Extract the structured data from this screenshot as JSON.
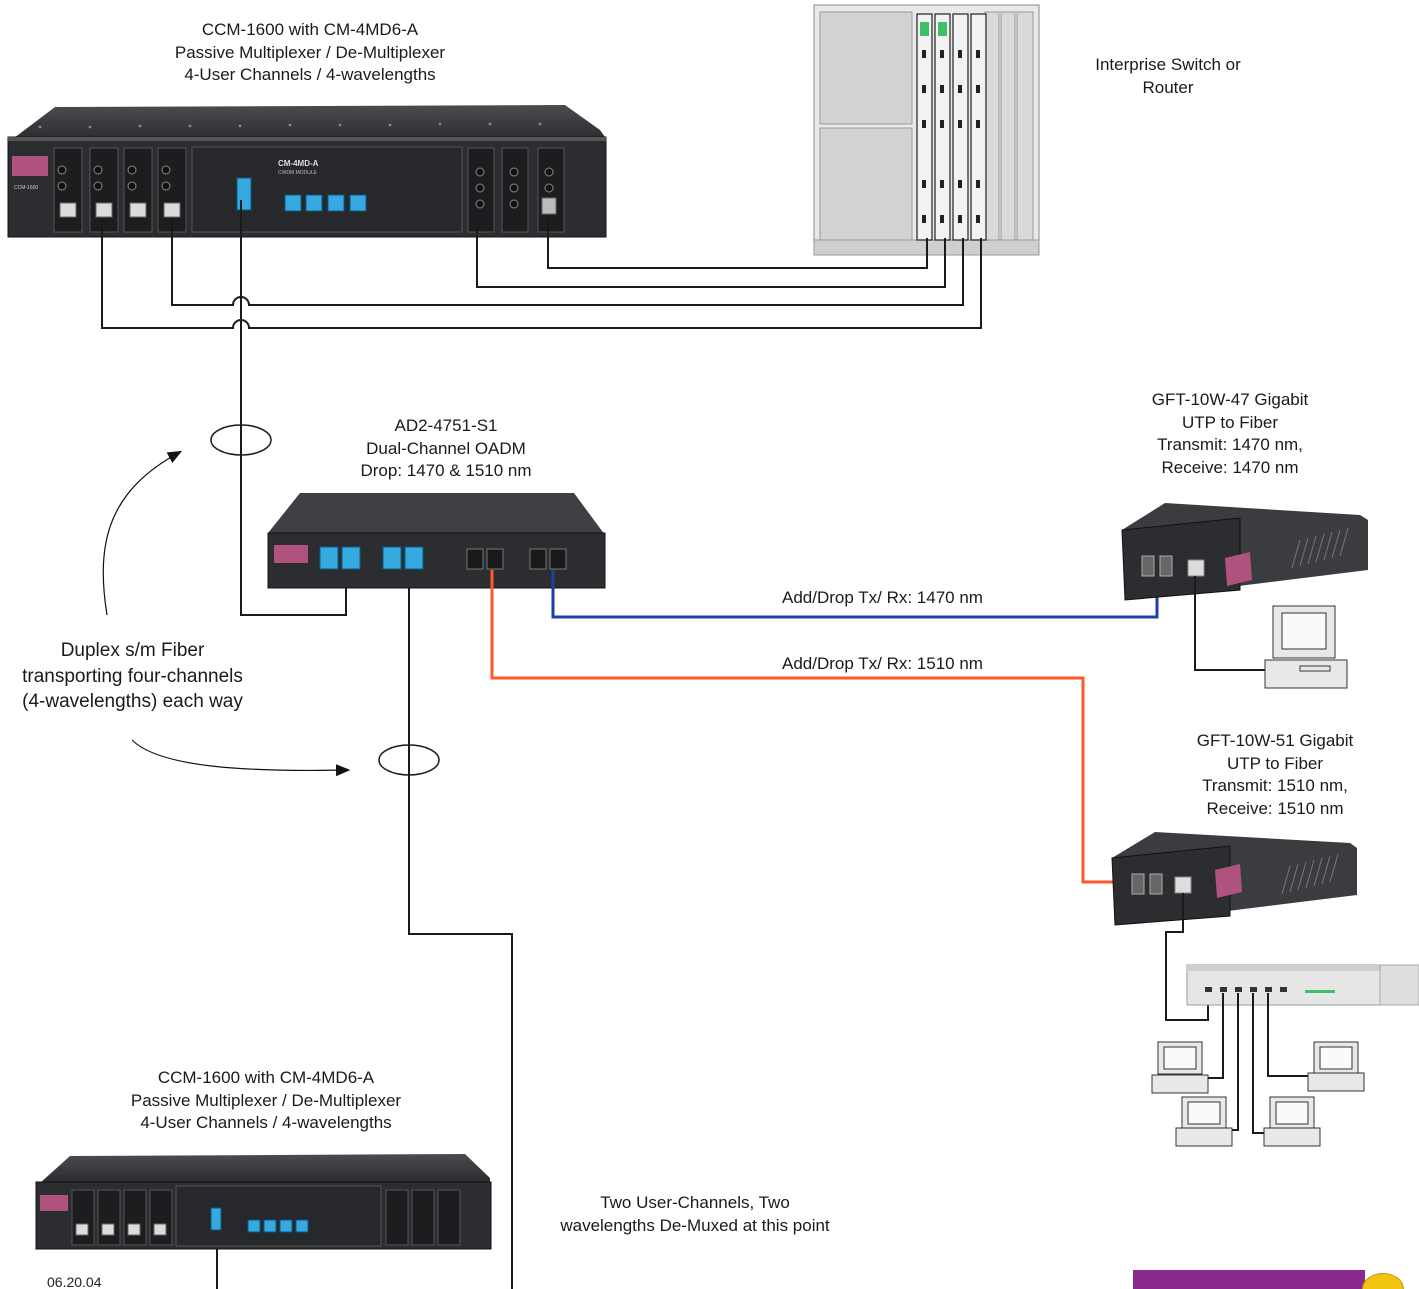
{
  "labels": {
    "top_mux": [
      "CCM-1600  with  CM-4MD6-A",
      "Passive Multiplexer  /  De-Multiplexer",
      "4-User Channels / 4-wavelengths"
    ],
    "switch": [
      "Interprise Switch or",
      "Router"
    ],
    "oadm": [
      "AD2-4751-S1",
      "Dual-Channel OADM",
      "Drop: 1470 & 1510 nm"
    ],
    "gft47": [
      "GFT-10W-47 Gigabit",
      "UTP to Fiber",
      "Transmit: 1470 nm,",
      "Receive: 1470 nm"
    ],
    "gft51": [
      "GFT-10W-51 Gigabit",
      "UTP to Fiber",
      "Transmit: 1510 nm,",
      "Receive: 1510 nm"
    ],
    "duplex": [
      "Duplex s/m Fiber",
      "transporting four-channels",
      "(4-wavelengths) each way"
    ],
    "bottom_mux": [
      "CCM-1600  with  CM-4MD6-A",
      "Passive Multiplexer  /  De-Multiplexer",
      "4-User Channels / 4-wavelengths"
    ],
    "demux": [
      "Two User-Channels, Two",
      "wavelengths De-Muxed at this point"
    ],
    "link_1470": "Add/Drop Tx/ Rx: 1470 nm",
    "link_1510": "Add/Drop Tx/ Rx: 1510 nm",
    "date": "06.20.04"
  },
  "device_text": {
    "mux_module_title": "CM-4MD-A",
    "mux_module_sub": "CWDM MODULE",
    "mux_model": "CCM-1600"
  },
  "colors": {
    "fiber_1470": "#1f3fa8",
    "fiber_1510": "#ff5a2a",
    "wire": "#1a1a1a",
    "device_body": "#2e3033",
    "sc_port_blue": "#35a9e0",
    "brand_badge": "#b0527e",
    "footer_bar": "#8b2a8e"
  }
}
